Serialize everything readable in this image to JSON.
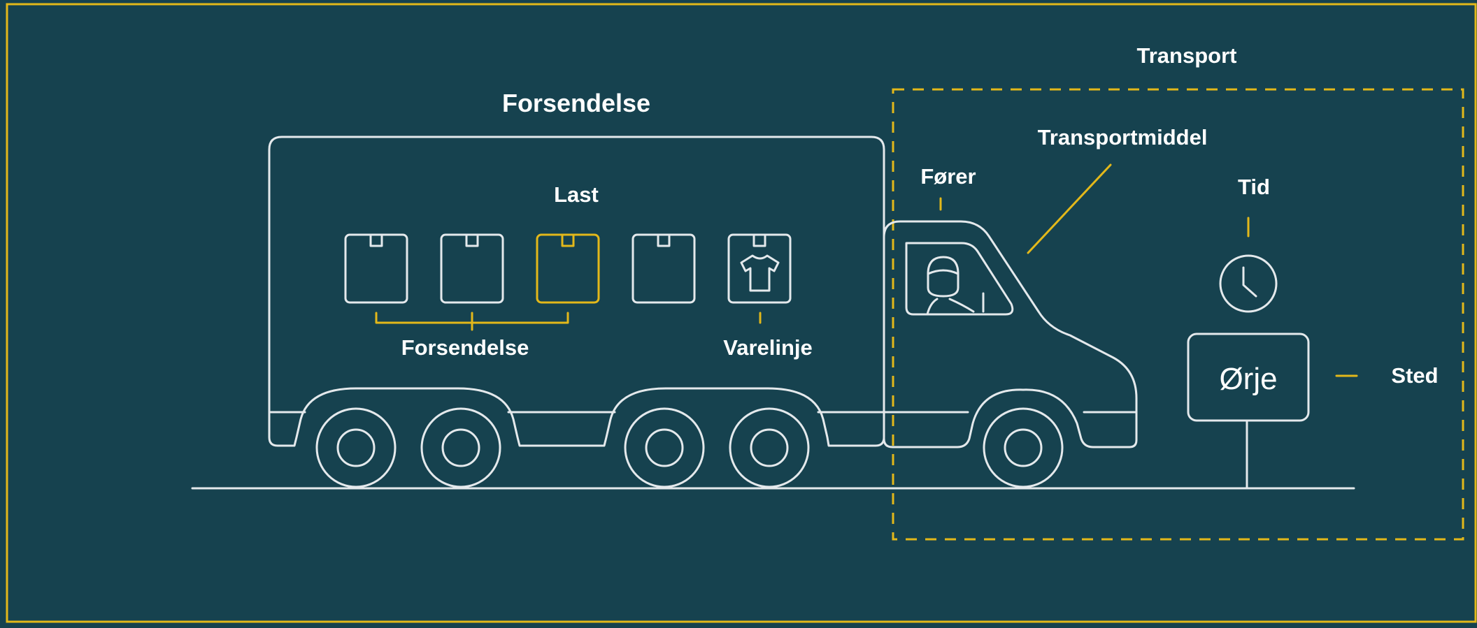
{
  "labels": {
    "transport": "Transport",
    "forsendelse_top": "Forsendelse",
    "transportmiddel": "Transportmiddel",
    "forer": "Fører",
    "tid": "Tid",
    "last": "Last",
    "forsendelse_bottom": "Forsendelse",
    "varelinje": "Varelinje",
    "sted": "Sted",
    "place_sign": "Ørje"
  },
  "colors": {
    "background": "#16424f",
    "line": "#e4e9ec",
    "accent": "#e3b81a",
    "text": "#ffffff"
  },
  "icons": [
    "package-icon",
    "package-icon",
    "package-icon-highlighted",
    "package-icon",
    "tshirt-package-icon",
    "driver-icon",
    "clock-icon",
    "signpost-icon"
  ]
}
